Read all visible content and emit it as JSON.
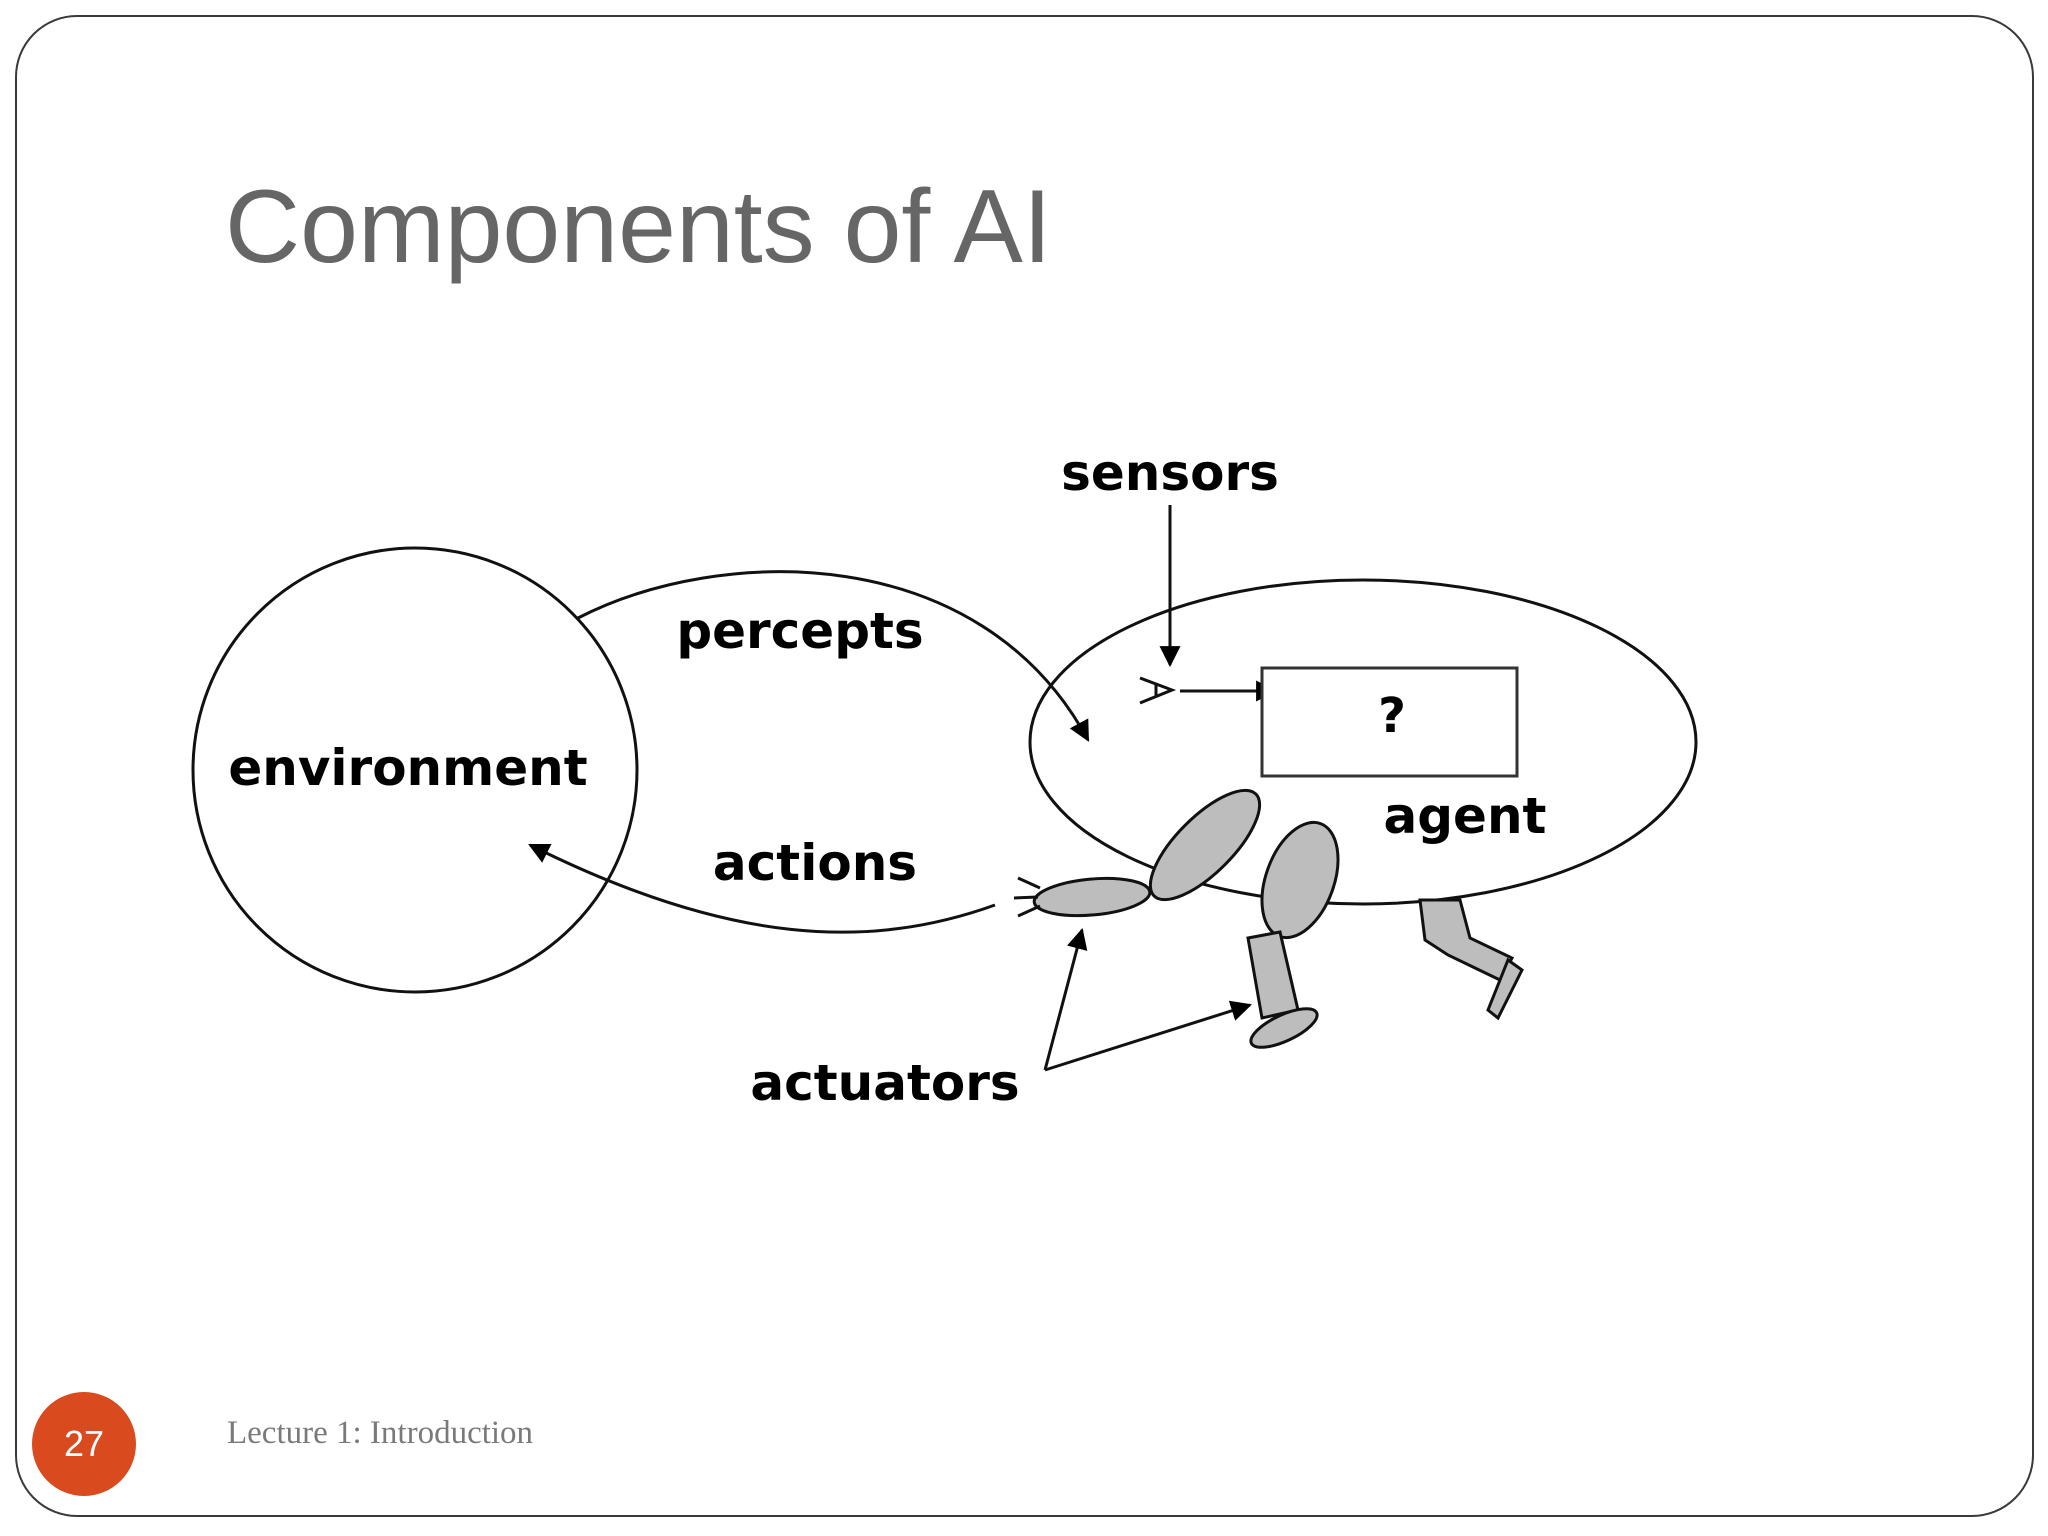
{
  "slide": {
    "title": "Components of AI",
    "footer": "Lecture 1: Introduction",
    "slide_number": "27",
    "accent_color": "#d94a1e",
    "title_color": "#666666"
  },
  "diagram": {
    "labels": {
      "sensors": "sensors",
      "percepts": "percepts",
      "environment": "environment",
      "actions": "actions",
      "agent": "agent",
      "unknown": "?",
      "actuators": "actuators"
    },
    "limb_fill": "#bdbdbd"
  }
}
